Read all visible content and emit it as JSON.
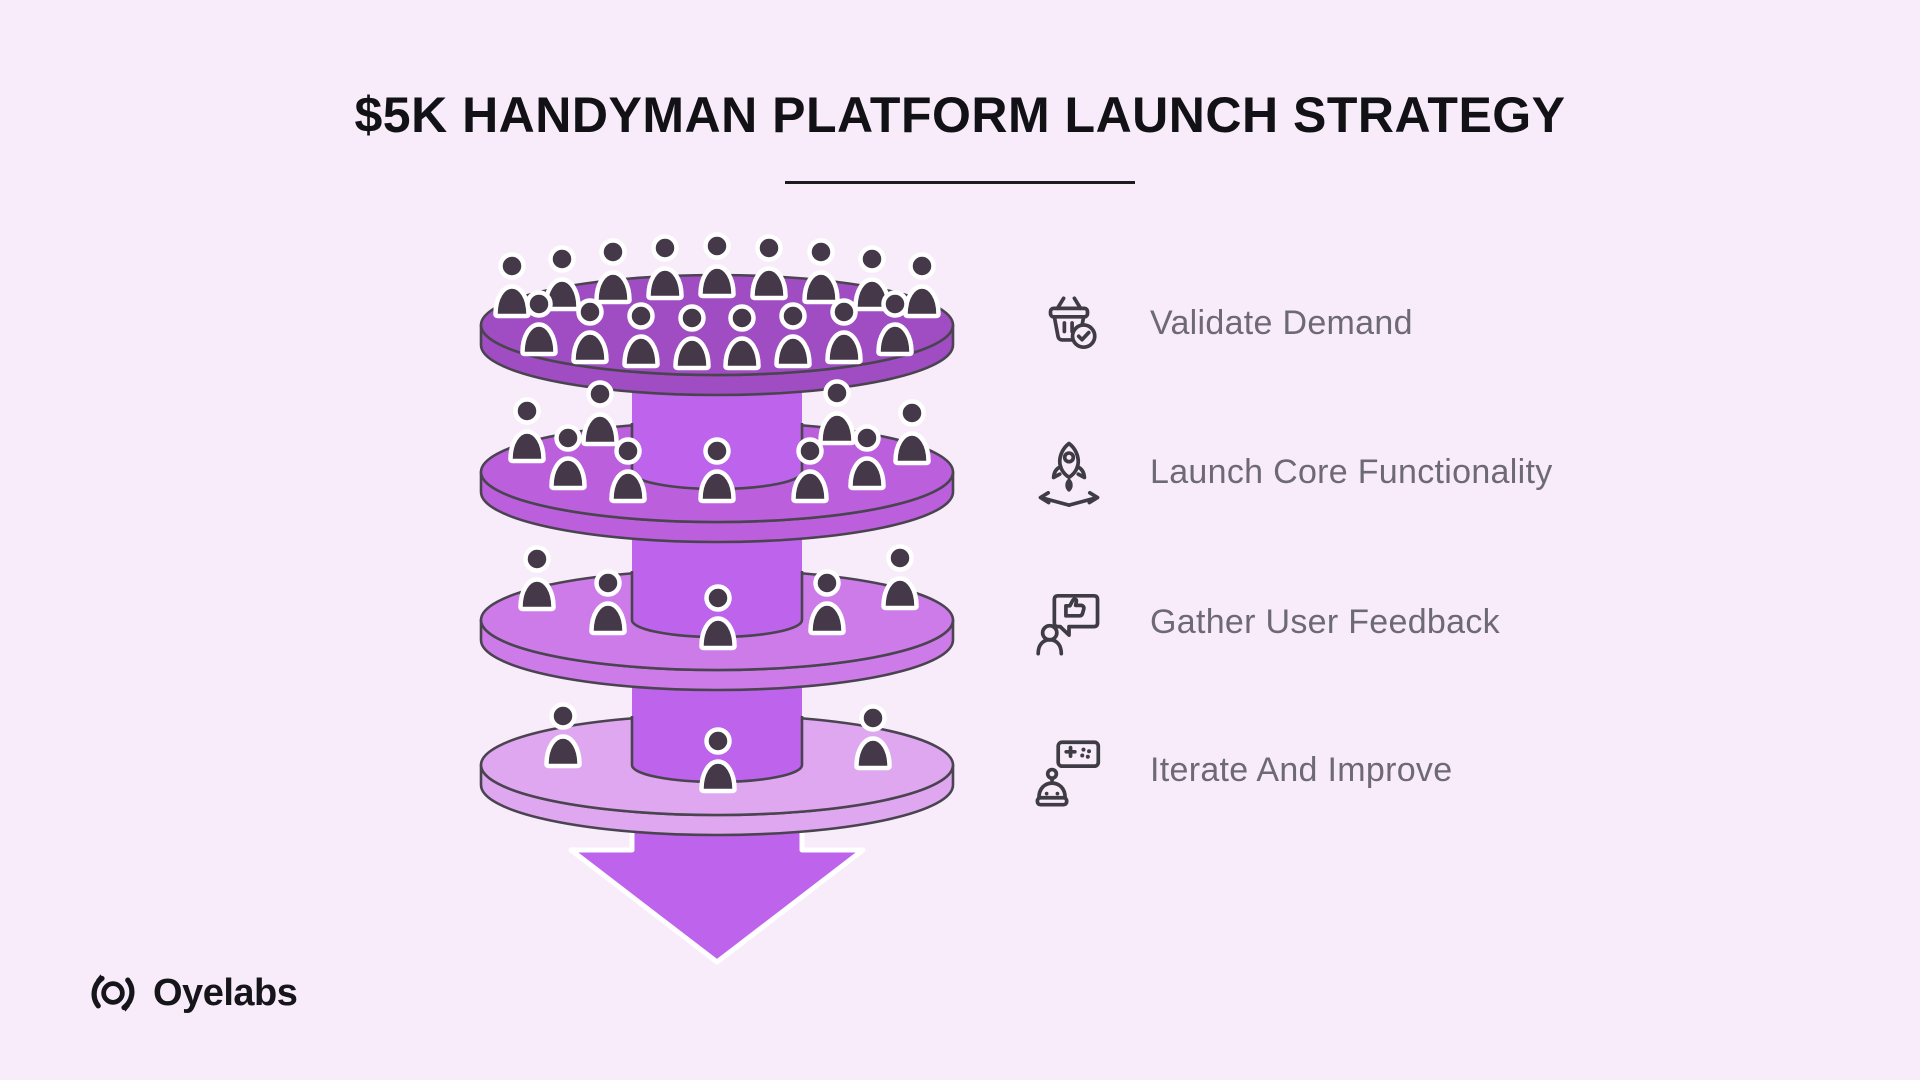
{
  "title": {
    "text": "$5K HANDYMAN PLATFORM LAUNCH STRATEGY"
  },
  "steps": [
    {
      "label": "Validate Demand",
      "icon": "basket-check-icon"
    },
    {
      "label": "Launch Core Functionality",
      "icon": "rocket-launch-icon"
    },
    {
      "label": "Gather User Feedback",
      "icon": "user-feedback-icon"
    },
    {
      "label": "Iterate And Improve",
      "icon": "robot-controller-icon"
    }
  ],
  "funnel": {
    "discs": [
      {
        "color": "#A04CC2",
        "people": 17
      },
      {
        "color": "#BC5FDC",
        "people": 9
      },
      {
        "color": "#CE7BEA",
        "people": 5
      },
      {
        "color": "#DFA7F0",
        "people": 3
      }
    ],
    "column_color": "#BE63EB",
    "person_color": "#443849",
    "person_outline": "#FFFFFF",
    "outline_color": "#4A4450"
  },
  "brand": {
    "name": "Oyelabs"
  },
  "colors": {
    "background": "#F8ECFA",
    "title": "#111116",
    "underline": "#1B1B20",
    "step_label": "#6E6A75",
    "icon_stroke": "#3F3C46",
    "brand": "#15151A"
  }
}
